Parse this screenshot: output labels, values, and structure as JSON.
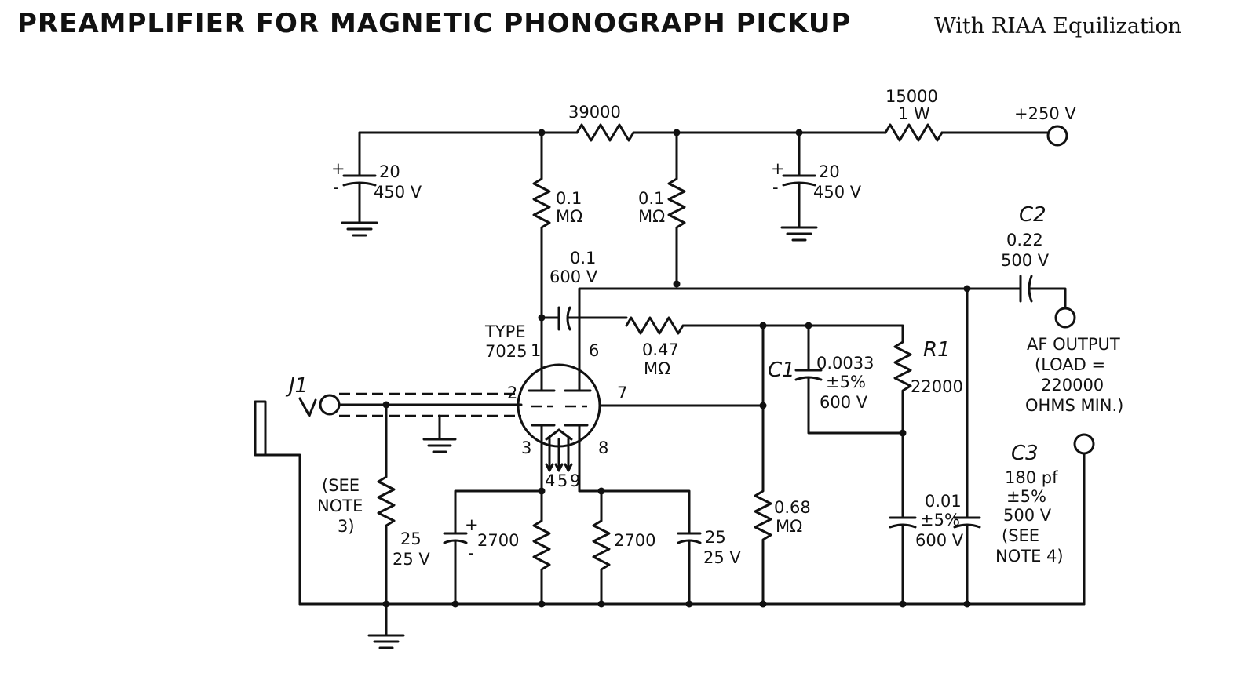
{
  "header": {
    "title": "PREAMPLIFIER FOR MAGNETIC PHONOGRAPH PICKUP",
    "subtitle": "With RIAA Equilization"
  },
  "labels": {
    "r_39000": "39000",
    "r_15000": "15000",
    "r_15000_w": "1 W",
    "supply": "+250 V",
    "c_filter1_val": "20",
    "c_filter1_v": "450 V",
    "c_filter2_val": "20",
    "c_filter2_v": "450 V",
    "r_plate1_a": "0.1",
    "r_plate1_b": "MΩ",
    "r_plate2_a": "0.1",
    "r_plate2_b": "MΩ",
    "c_coupling_a": "0.1",
    "c_coupling_b": "600 V",
    "c2_name": "C2",
    "c2_val": "0.22",
    "c2_v": "500 V",
    "tube_type": "TYPE",
    "tube_num": "7025",
    "r_047_a": "0.47",
    "r_047_b": "MΩ",
    "c1_name": "C1",
    "c1_a": "0.0033",
    "c1_b": "±5%",
    "c1_c": "600 V",
    "r1_name": "R1",
    "r1_val": "22000",
    "out_a": "AF OUTPUT",
    "out_b": "(LOAD =",
    "out_c": "220000",
    "out_d": "OHMS MIN.)",
    "c3_name": "C3",
    "c3_a": "180 pf",
    "c3_b": "±5%",
    "c3_c": "500 V",
    "c3_d": "(SEE",
    "c3_e": "NOTE 4)",
    "j1": "J1",
    "see_note3_a": "(SEE",
    "see_note3_b": "NOTE",
    "see_note3_c": "3)",
    "c_cath1_a": "25",
    "c_cath1_b": "25 V",
    "r_cath1": "2700",
    "r_cath2": "2700",
    "c_cath2_a": "25",
    "c_cath2_b": "25 V",
    "r_068_a": "0.68",
    "r_068_b": "MΩ",
    "c_001_a": "0.01",
    "c_001_b": "±5%",
    "c_001_c": "600 V",
    "pin1": "1",
    "pin2": "2",
    "pin3": "3",
    "pin6": "6",
    "pin7": "7",
    "pin8": "8",
    "pin4": "4",
    "pin5": "5",
    "pin9": "9",
    "plus": "+",
    "minus": "-"
  }
}
